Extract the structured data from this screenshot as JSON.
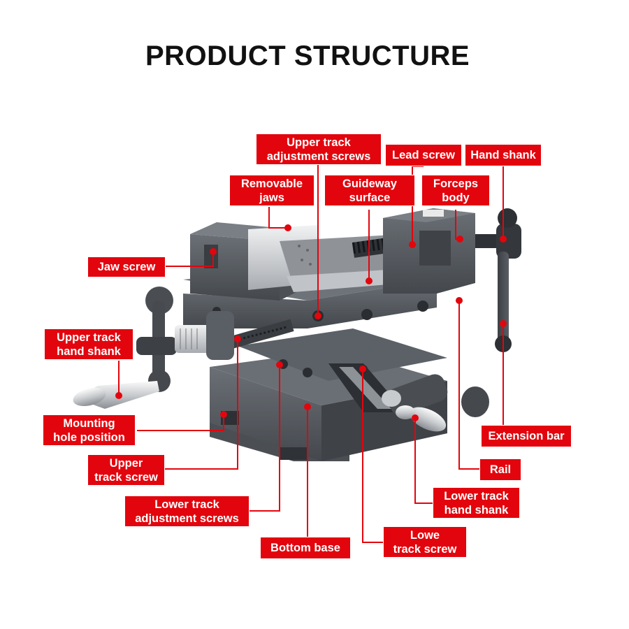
{
  "title": "PRODUCT STRUCTURE",
  "colors": {
    "label_bg": "#e3050d",
    "leader": "#e3050d",
    "metal": "#53585e"
  },
  "labels": {
    "upper_track_adjustment_screws": {
      "line1": "Upper track",
      "line2": "adjustment screws"
    },
    "lead_screw": {
      "line1": "Lead screw"
    },
    "hand_shank": {
      "line1": "Hand shank"
    },
    "removable_jaws": {
      "line1": "Removable",
      "line2": "jaws"
    },
    "guideway_surface": {
      "line1": "Guideway",
      "line2": "surface"
    },
    "forceps_body": {
      "line1": "Forceps",
      "line2": "body"
    },
    "jaw_screw": {
      "line1": "Jaw screw"
    },
    "upper_track_hand_shank": {
      "line1": "Upper track",
      "line2": "hand shank"
    },
    "mounting_hole_position": {
      "line1": "Mounting",
      "line2": "hole position"
    },
    "extension_bar": {
      "line1": "Extension bar"
    },
    "rail": {
      "line1": "Rail"
    },
    "upper_track_screw": {
      "line1": "Upper",
      "line2": "track screw"
    },
    "lower_track_hand_shank": {
      "line1": "Lower track",
      "line2": "hand shank"
    },
    "lower_track_adjustment_screws": {
      "line1": "Lower track",
      "line2": "adjustment screws"
    },
    "bottom_base": {
      "line1": "Bottom base"
    },
    "lowe_track_screw": {
      "line1": "Lowe",
      "line2": "track screw"
    }
  }
}
